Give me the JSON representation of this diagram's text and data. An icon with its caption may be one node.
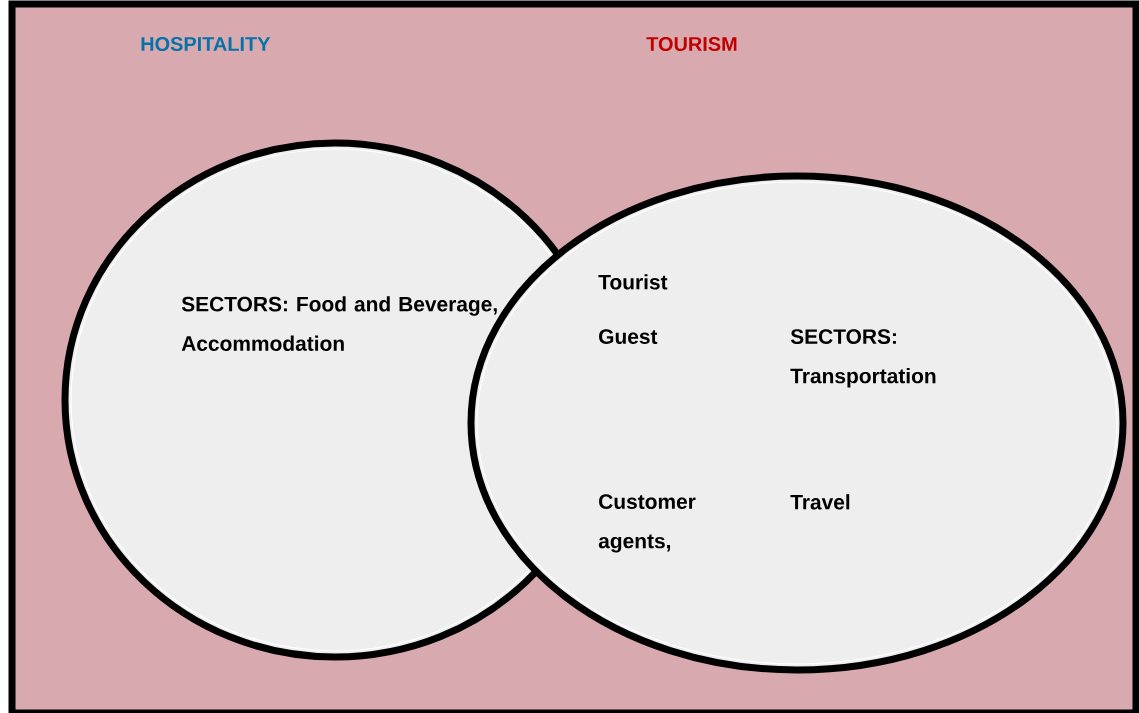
{
  "diagram": {
    "nodes": [
      {
        "text": [
          "SECTORS: Food and Beverage, Accommodation"
        ]
      },
      {
        "text": [
          "Tourist",
          "Guest",
          "Customer agents,",
          "SECTORS: Transportation",
          "Travel"
        ]
      }
    ],
    "labels": [
      "HOSPITALITY",
      "TOURISM"
    ]
  }
}
